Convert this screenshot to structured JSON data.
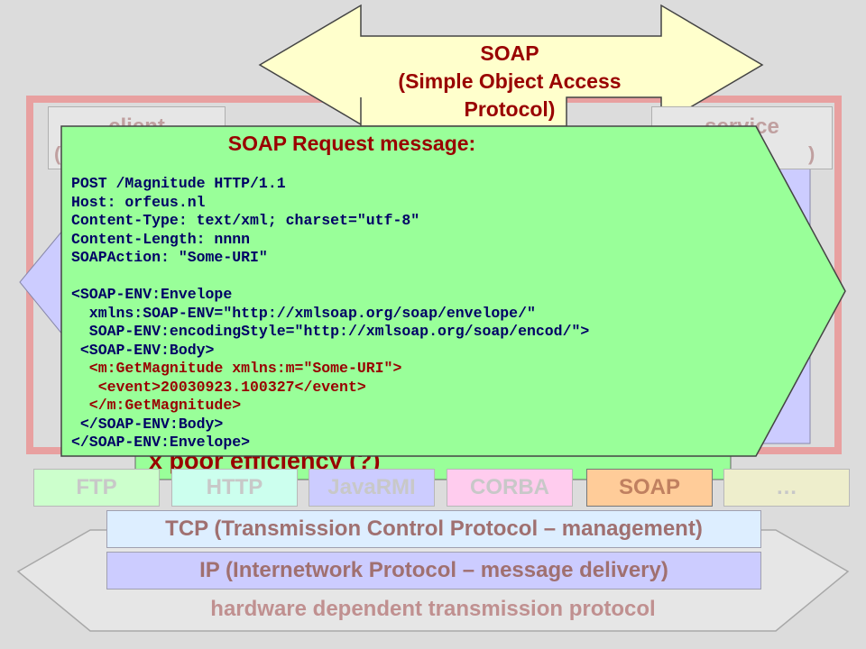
{
  "soap_arrow": {
    "line1": "SOAP",
    "line2": "(Simple Object Access",
    "line3": "Protocol)"
  },
  "background_labels": {
    "client": "client",
    "client_paren": "(",
    "service": "service",
    "service_paren": ")"
  },
  "request_message": {
    "title": "SOAP Request message:",
    "header_lines": [
      "POST /Magnitude HTTP/1.1",
      "Host: orfeus.nl",
      "Content-Type: text/xml; charset=\"utf-8\"",
      "Content-Length: nnnn",
      "SOAPAction: \"Some-URI\""
    ],
    "envelope_lines": [
      "<SOAP-ENV:Envelope",
      "  xmlns:SOAP-ENV=\"http://xmlsoap.org/soap/envelope/\"",
      "  SOAP-ENV:encodingStyle=\"http://xmlsoap.org/soap/encod/\">",
      " <SOAP-ENV:Body>"
    ],
    "body_lines": [
      "  <m:GetMagnitude xmlns:m=\"Some-URI\">",
      "   <event>20030923.100327</event>",
      "  </m:GetMagnitude>"
    ],
    "closing_lines": [
      " </SOAP-ENV:Body>",
      "</SOAP-ENV:Envelope>"
    ]
  },
  "efficiency_note": "x  poor efficiency (?)",
  "protocols": [
    "FTP",
    "HTTP",
    "JavaRMI",
    "CORBA",
    "SOAP",
    "…"
  ],
  "tcp_label": "TCP (Transmission Control Protocol – management)",
  "ip_label": "IP (Internetwork Protocol – message delivery)",
  "hardware_label": "hardware dependent transmission protocol",
  "colors": {
    "message_green": "#99ff99",
    "arrow_yellow": "#ffffcc",
    "panel_lavender": "#ccccff",
    "frame_red": "#e8a0a0",
    "soap_orange": "#ffcc99",
    "title_red": "#990000"
  }
}
